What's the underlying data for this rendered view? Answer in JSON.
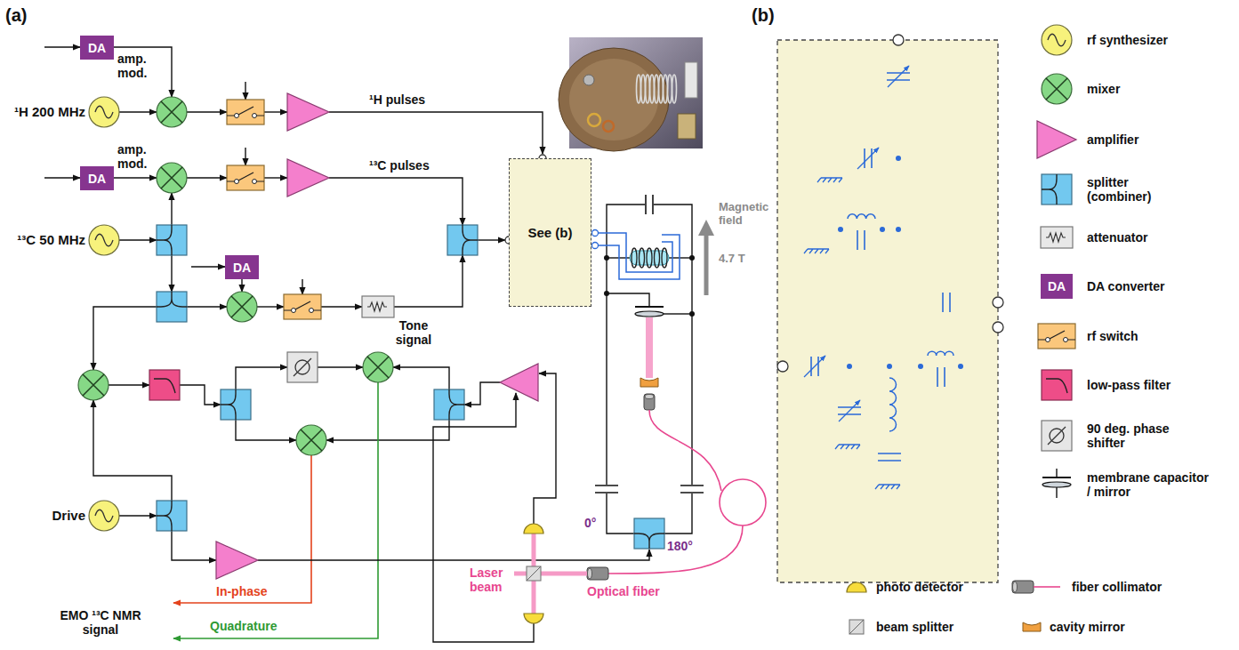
{
  "diagram": {
    "nodes": [
      {
        "text": [
          "DA"
        ]
      },
      {
        "text": [
          "DA"
        ]
      },
      {
        "text": [
          "DA"
        ]
      },
      {
        "text": [
          "See (b)"
        ]
      }
    ],
    "labels": [
      "(a)",
      "(b)",
      "amp. mod.",
      "¹H 200 MHz",
      "amp. mod.",
      "¹H pulses",
      "¹³C pulses",
      "¹³C 50 MHz",
      "Tone signal",
      "Magnetic field",
      "4.7 T",
      "0°",
      "180°",
      "Drive",
      "In-phase",
      "Quadrature",
      "EMO ¹³C NMR signal",
      "Laser beam",
      "Optical fiber",
      "DA"
    ],
    "legend": [
      {
        "text": "rf synthesizer"
      },
      {
        "text": "mixer"
      },
      {
        "text": "amplifier"
      },
      {
        "text": "splitter (combiner)"
      },
      {
        "text": "attenuator"
      },
      {
        "text": "DA converter"
      },
      {
        "text": "rf switch"
      },
      {
        "text": "low-pass filter"
      },
      {
        "text": "90 deg. phase shifter"
      },
      {
        "text": "membrane capacitor / mirror"
      },
      {
        "text": "photo detector"
      },
      {
        "text": "fiber collimator"
      },
      {
        "text": "beam splitter"
      },
      {
        "text": "cavity mirror"
      }
    ]
  }
}
